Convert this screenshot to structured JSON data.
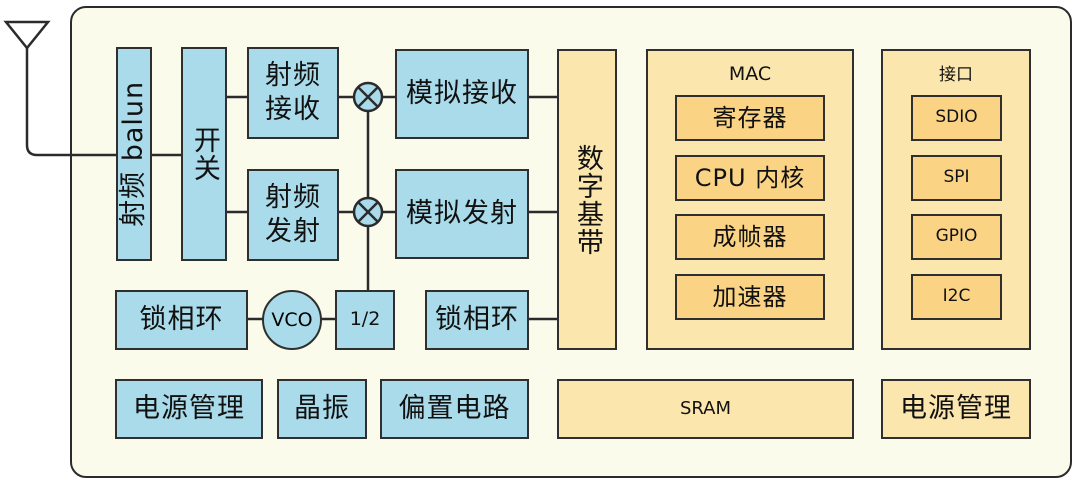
{
  "rf_frontend": {
    "balun": "射频 balun",
    "switch": "开关",
    "rx": [
      "射频",
      "接收"
    ],
    "tx": [
      "射频",
      "发射"
    ],
    "analog_rx": "模拟接收",
    "analog_tx": "模拟发射",
    "pll_left": "锁相环",
    "vco": "VCO",
    "divider": "1/2",
    "pll_right": "锁相环"
  },
  "baseband": "数字基带",
  "mac": {
    "title": "MAC",
    "items": [
      "寄存器",
      "CPU 内核",
      "成帧器",
      "加速器"
    ]
  },
  "interface": {
    "title": "接口",
    "items": [
      "SDIO",
      "SPI",
      "GPIO",
      "I2C"
    ]
  },
  "bottom": {
    "power_left": "电源管理",
    "crystal": "晶振",
    "bias": "偏置电路",
    "sram": "SRAM",
    "power_right": "电源管理"
  },
  "colors": {
    "rf_blocks": "#a9dbea",
    "digital_blocks": "#fbe6ad",
    "mac_items": "#fad384",
    "chip_background": "#fbfbec"
  }
}
